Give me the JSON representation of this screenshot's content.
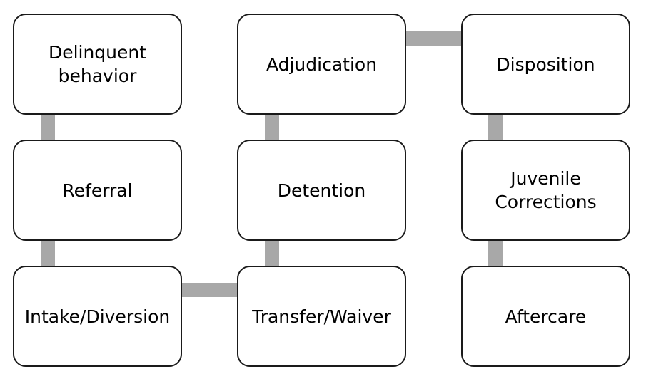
{
  "diagram": {
    "nodes": [
      {
        "id": "delinquent-behavior",
        "label": "Delinquent\nbehavior"
      },
      {
        "id": "referral",
        "label": "Referral"
      },
      {
        "id": "intake-diversion",
        "label": "Intake/Diversion"
      },
      {
        "id": "transfer-waiver",
        "label": "Transfer/Waiver"
      },
      {
        "id": "detention",
        "label": "Detention"
      },
      {
        "id": "adjudication",
        "label": "Adjudication"
      },
      {
        "id": "disposition",
        "label": "Disposition"
      },
      {
        "id": "juvenile-corrections",
        "label": "Juvenile\nCorrections"
      },
      {
        "id": "aftercare",
        "label": "Aftercare"
      }
    ],
    "edges": [
      {
        "from": "delinquent-behavior",
        "to": "referral"
      },
      {
        "from": "referral",
        "to": "intake-diversion"
      },
      {
        "from": "intake-diversion",
        "to": "transfer-waiver"
      },
      {
        "from": "transfer-waiver",
        "to": "detention"
      },
      {
        "from": "detention",
        "to": "adjudication"
      },
      {
        "from": "adjudication",
        "to": "disposition"
      },
      {
        "from": "disposition",
        "to": "juvenile-corrections"
      },
      {
        "from": "juvenile-corrections",
        "to": "aftercare"
      }
    ],
    "colors": {
      "connector": "#a8a8a8",
      "box_border": "#1a1a1a",
      "box_fill": "#ffffff"
    }
  }
}
